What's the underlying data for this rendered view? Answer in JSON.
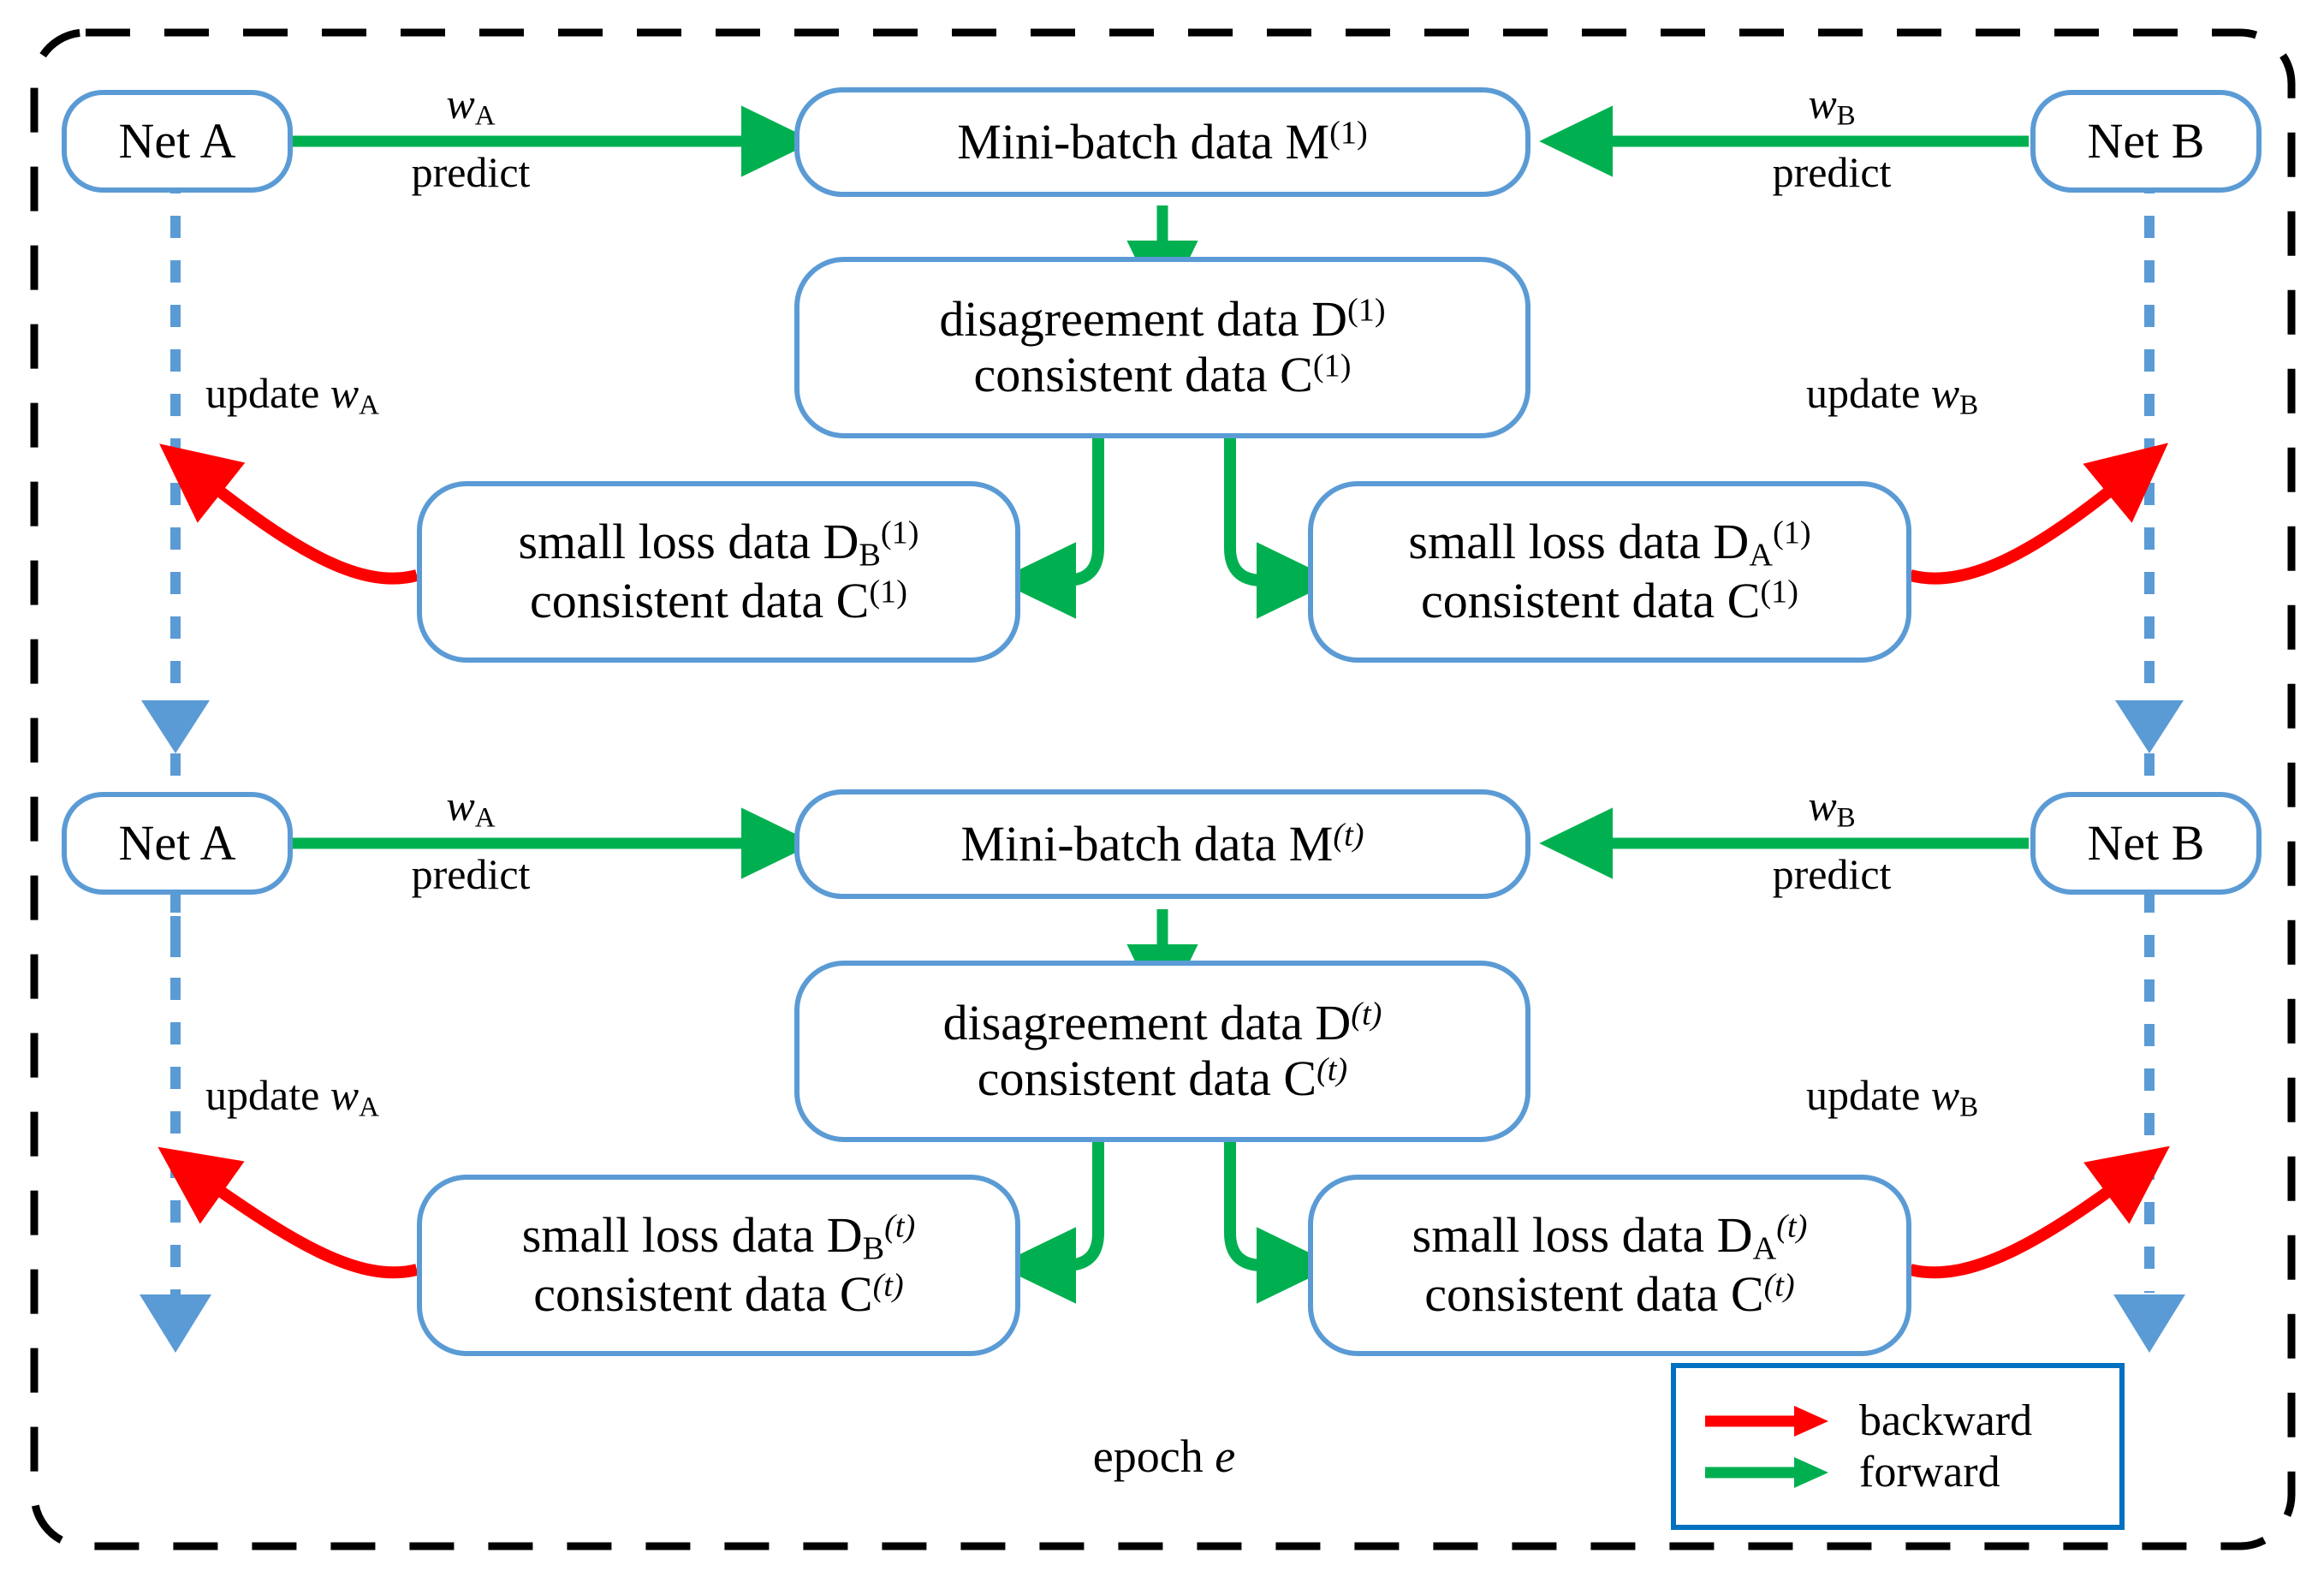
{
  "diagram": {
    "title_text": "epoch e",
    "epoch_label_prefix": "epoch ",
    "epoch_label_symbol": "e",
    "colors": {
      "node_border": "#5B9BD5",
      "forward_arrow": "#00B050",
      "backward_arrow": "#FF0000",
      "dashed_update_line": "#5B9BD5",
      "outer_border": "#000000",
      "legend_border": "#0070C0",
      "text": "#000000",
      "background": "#FFFFFF"
    }
  },
  "rows": [
    {
      "step": "1",
      "net_a": "Net A",
      "net_b": "Net B",
      "minibatch_prefix": "Mini-batch data M",
      "minibatch_sup": "(1)",
      "disagreement_prefix": "disagreement data D",
      "disagreement_sup": "(1)",
      "consistent_prefix": "consistent data C",
      "consistent_sup": "(1)",
      "left_small_loss_prefix": "small loss data  D",
      "left_small_loss_sub": "B",
      "left_small_loss_sup": "(1)",
      "left_consistent_prefix": "consistent data C",
      "left_consistent_sup": "(1)",
      "right_small_loss_prefix": "small loss data  D",
      "right_small_loss_sub": "A",
      "right_small_loss_sup": "(1)",
      "right_consistent_prefix": "consistent data C",
      "right_consistent_sup": "(1)",
      "edge_a_weight": "w",
      "edge_a_weight_sub": "A",
      "edge_a_action": "predict",
      "edge_b_weight": "w",
      "edge_b_weight_sub": "B",
      "edge_b_action": "predict",
      "update_a_prefix": "update ",
      "update_a_weight": "w",
      "update_a_sub": "A",
      "update_b_prefix": "update ",
      "update_b_weight": "w",
      "update_b_sub": "B"
    },
    {
      "step": "t",
      "net_a": "Net A",
      "net_b": "Net B",
      "minibatch_prefix": "Mini-batch data M",
      "minibatch_sup": "(t)",
      "disagreement_prefix": "disagreement data D",
      "disagreement_sup": "(t)",
      "consistent_prefix": "consistent data C",
      "consistent_sup": "(t)",
      "left_small_loss_prefix": "small loss data  D",
      "left_small_loss_sub": "B",
      "left_small_loss_sup": "(t)",
      "left_consistent_prefix": "consistent data C",
      "left_consistent_sup": "(t)",
      "right_small_loss_prefix": "small loss data  D",
      "right_small_loss_sub": "A",
      "right_small_loss_sup": "(t)",
      "right_consistent_prefix": "consistent data C",
      "right_consistent_sup": "(t)",
      "edge_a_weight": "w",
      "edge_a_weight_sub": "A",
      "edge_a_action": "predict",
      "edge_b_weight": "w",
      "edge_b_weight_sub": "B",
      "edge_b_action": "predict",
      "update_a_prefix": "update ",
      "update_a_weight": "w",
      "update_a_sub": "A",
      "update_b_prefix": "update ",
      "update_b_weight": "w",
      "update_b_sub": "B"
    }
  ],
  "legend": {
    "items": [
      {
        "label": "backward",
        "color": "#FF0000",
        "icon": "arrow-right-icon"
      },
      {
        "label": "forward",
        "color": "#00B050",
        "icon": "arrow-right-icon"
      }
    ]
  }
}
